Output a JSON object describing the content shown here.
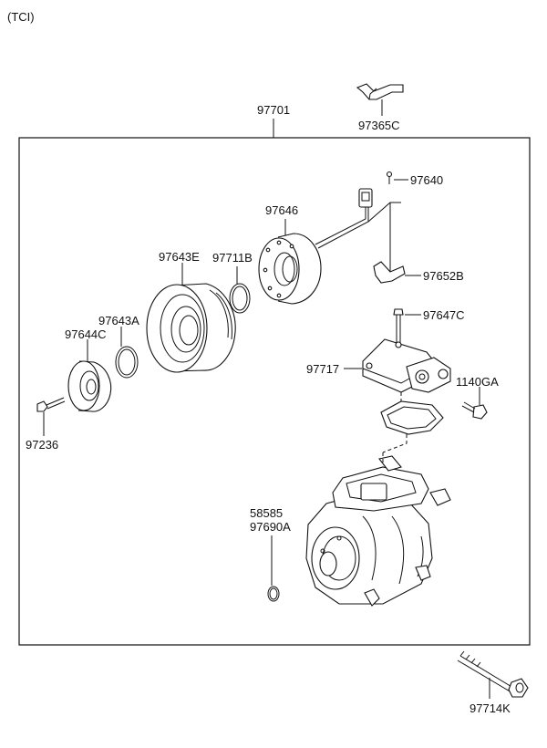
{
  "header": {
    "variant": "(TCI)"
  },
  "labels": {
    "assembly": "97701",
    "bracket_top": "97365C",
    "bolt_small": "97640",
    "coil": "97646",
    "bracket_wire": "97652B",
    "pulley": "97643E",
    "snap_ring_coil": "97711B",
    "snap_ring_pulley": "97643A",
    "hub": "97644C",
    "hub_bolt": "97236",
    "cover_bolt": "97647C",
    "cover": "97717",
    "fitting_bolt": "1140GA",
    "oring_a": "58585",
    "oring_b": "97690A",
    "long_bolt": "97714K"
  }
}
